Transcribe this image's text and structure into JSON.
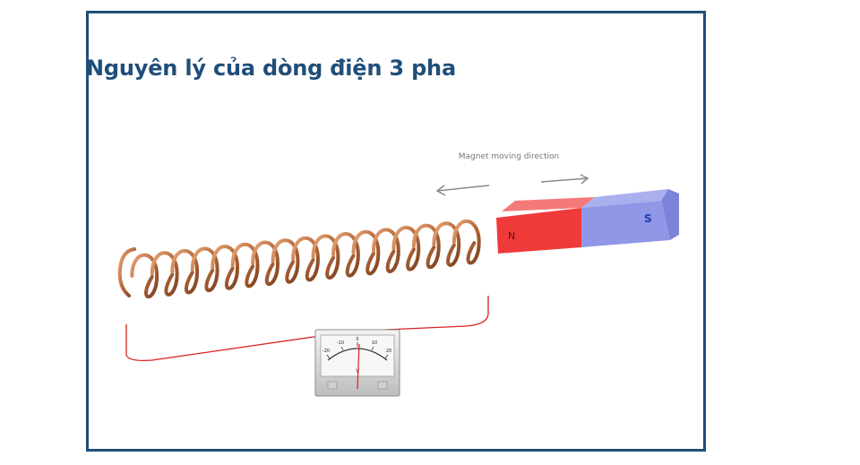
{
  "slide": {
    "title": "Nguyên lý của dòng điện 3 pha"
  },
  "diagram": {
    "direction_label": "Magnet moving direction",
    "magnet": {
      "north_label": "N",
      "south_label": "S",
      "north_color": "#f03a3a",
      "south_color": "#8f97e6"
    },
    "meter": {
      "scale_labels": [
        "-20",
        "-10",
        "0",
        "10",
        "20"
      ],
      "unit_label": "V"
    },
    "coil_turns": 17,
    "colors": {
      "frame": "#1f4e79",
      "title": "#1f4e79",
      "wire": "#d8201e",
      "coil": "#b86a3a"
    }
  }
}
